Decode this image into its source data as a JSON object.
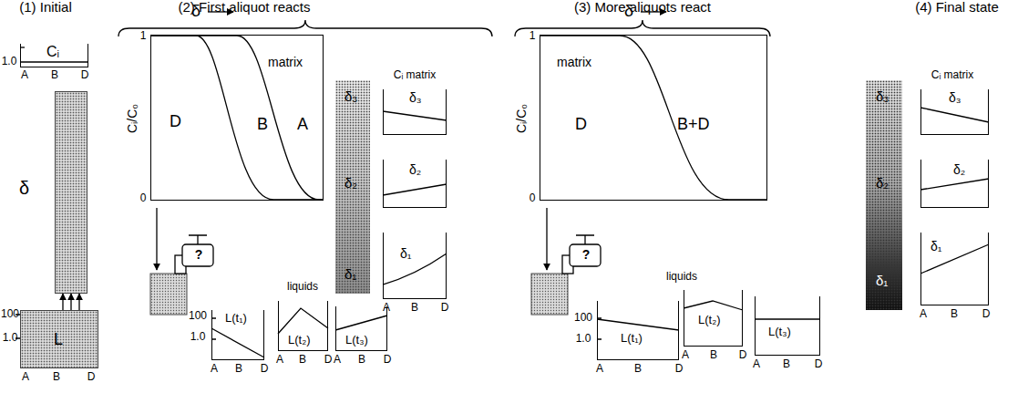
{
  "diagram": {
    "nodes": [
      {
        "text": [
          "Cᵢ"
        ]
      },
      {
        "text": [
          "δ"
        ]
      },
      {
        "text": [
          "L"
        ]
      },
      {
        "text": [
          "D",
          "B",
          "A",
          "matrix"
        ]
      },
      {
        "text": [
          "δ₃",
          "δ₂",
          "δ₁"
        ]
      },
      {
        "text": [
          "δ₃"
        ]
      },
      {
        "text": [
          "δ₂"
        ]
      },
      {
        "text": [
          "δ₁"
        ]
      },
      {
        "text": [
          "L(t₁)"
        ]
      },
      {
        "text": [
          "L(t₂)"
        ]
      },
      {
        "text": [
          "L(t₃)"
        ]
      },
      {
        "text": [
          "matrix",
          "D",
          "B+D"
        ]
      },
      {
        "text": [
          "L(t₁)"
        ]
      },
      {
        "text": [
          "L(t₂)"
        ]
      },
      {
        "text": [
          "L(t₃)"
        ]
      },
      {
        "text": [
          "δ₃",
          "δ₂",
          "δ₁"
        ]
      },
      {
        "text": [
          "δ₃"
        ]
      },
      {
        "text": [
          "δ₂"
        ]
      },
      {
        "text": [
          "δ₁"
        ]
      }
    ],
    "edges": [
      {
        "from": 2,
        "to": 1,
        "arrow": "to"
      },
      {
        "from": 2,
        "to": 1,
        "arrow": "to"
      },
      {
        "from": 2,
        "to": 1,
        "arrow": "to"
      }
    ],
    "labels": [
      "(1) Initial",
      "(2) First aliquot reacts",
      "(3) More aliquots react",
      "(4) Final state",
      "1.0",
      "A",
      "B",
      "D",
      "100",
      "1.0",
      "A",
      "B",
      "D",
      "δ",
      "1",
      "0",
      "Cᵢ/C₀",
      "Cᵢ matrix",
      "A",
      "B",
      "D",
      "?",
      "100",
      "1.0",
      "A",
      "B",
      "D",
      "liquids",
      "A",
      "B",
      "D",
      "A",
      "B",
      "D",
      "δ",
      "1",
      "0",
      "Cᵢ/C₀",
      "?",
      "100",
      "1.0",
      "A",
      "B",
      "D",
      "liquids",
      "A",
      "B",
      "D",
      "A",
      "B",
      "D",
      "Cᵢ matrix",
      "A",
      "B",
      "D"
    ]
  }
}
